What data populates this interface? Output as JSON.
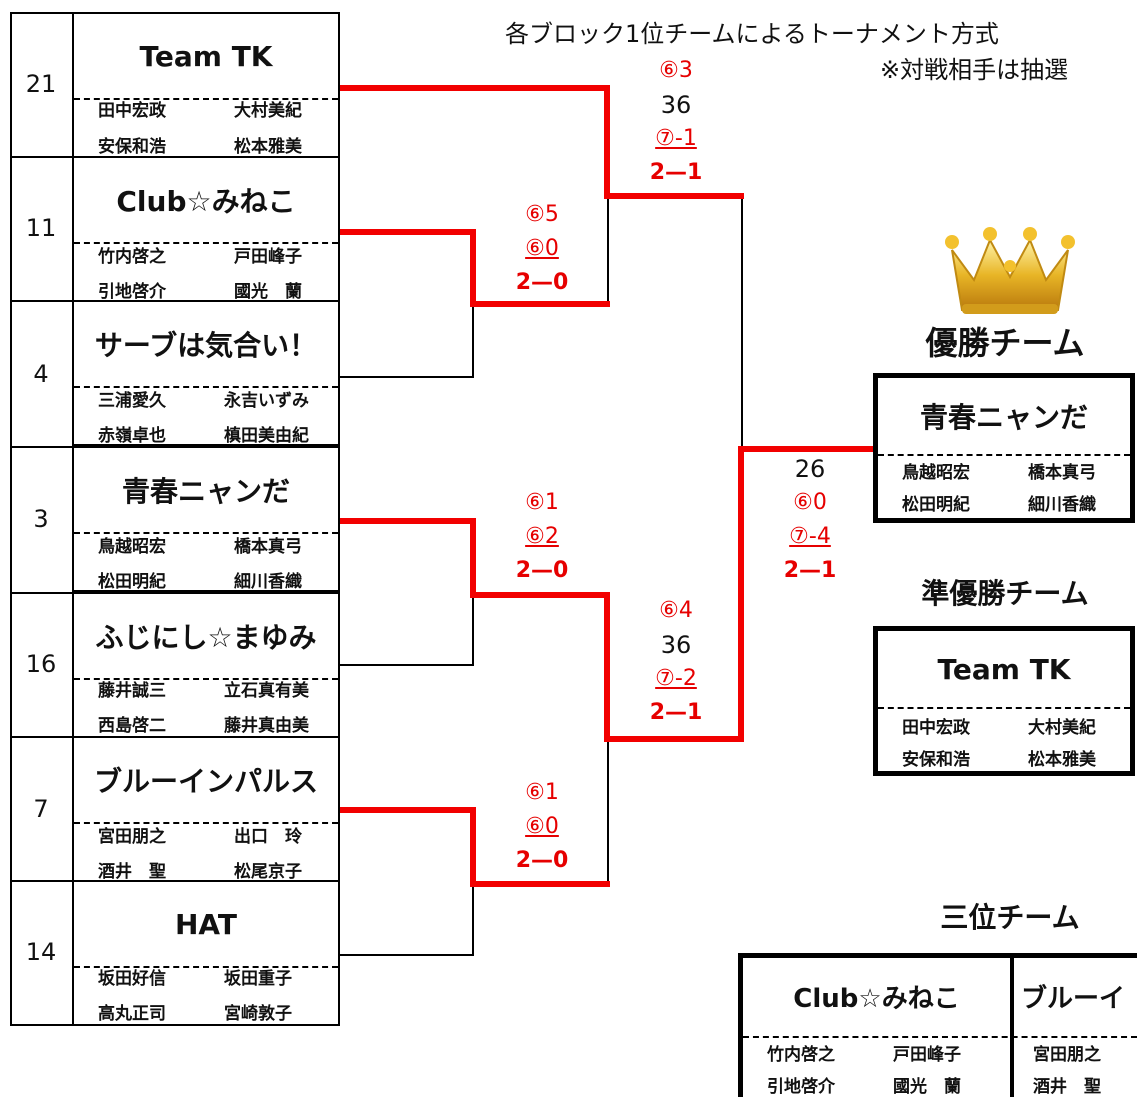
{
  "header": {
    "line1": "各ブロック1位チームによるトーナメント方式",
    "line2": "※対戦相手は抽選"
  },
  "teams": [
    {
      "seed": "21",
      "name": "Team TK",
      "p1": "田中宏政",
      "p2": "大村美紀",
      "p3": "安保和浩",
      "p4": "松本雅美"
    },
    {
      "seed": "11",
      "name": "Club☆みねこ",
      "p1": "竹内啓之",
      "p2": "戸田峰子",
      "p3": "引地啓介",
      "p4": "國光　蘭"
    },
    {
      "seed": "4",
      "name": "サーブは気合い！",
      "p1": "三浦愛久",
      "p2": "永吉いずみ",
      "p3": "赤嶺卓也",
      "p4": "槙田美由紀"
    },
    {
      "seed": "3",
      "name": "青春ニャンだ",
      "p1": "鳥越昭宏",
      "p2": "橋本真弓",
      "p3": "松田明紀",
      "p4": "細川香織"
    },
    {
      "seed": "16",
      "name": "ふじにし☆まゆみ",
      "p1": "藤井誠三",
      "p2": "立石真有美",
      "p3": "西島啓二",
      "p4": "藤井真由美"
    },
    {
      "seed": "7",
      "name": "ブルーインパルス",
      "p1": "宮田朋之",
      "p2": "出口　玲",
      "p3": "酒井　聖",
      "p4": "松尾京子"
    },
    {
      "seed": "14",
      "name": "HAT",
      "p1": "坂田好信",
      "p2": "坂田重子",
      "p3": "高丸正司",
      "p4": "宮崎敦子"
    }
  ],
  "scores": {
    "r1a": {
      "s1": "⑥5",
      "s2": "⑥0",
      "s3": "2—0"
    },
    "r1b": {
      "s1": "⑥1",
      "s2": "⑥2",
      "s3": "2—0"
    },
    "r1c": {
      "s1": "⑥1",
      "s2": "⑥0",
      "s3": "2—0"
    },
    "sf1": {
      "s1": "⑥3",
      "s2": "36",
      "s3": "⑦-1",
      "s4": "2—1"
    },
    "sf2": {
      "s1": "⑥4",
      "s2": "36",
      "s3": "⑦-2",
      "s4": "2—1"
    },
    "final": {
      "s1": "26",
      "s2": "⑥0",
      "s3": "⑦-4",
      "s4": "2—1"
    }
  },
  "results": {
    "winner_heading": "優勝チーム",
    "winner": {
      "name": "青春ニャンだ",
      "p1": "鳥越昭宏",
      "p2": "橋本真弓",
      "p3": "松田明紀",
      "p4": "細川香織"
    },
    "runnerup_heading": "準優勝チーム",
    "runnerup": {
      "name": "Team TK",
      "p1": "田中宏政",
      "p2": "大村美紀",
      "p3": "安保和浩",
      "p4": "松本雅美"
    },
    "third_heading": "三位チーム",
    "third1": {
      "name": "Club☆みねこ",
      "p1": "竹内啓之",
      "p2": "戸田峰子",
      "p3": "引地啓介",
      "p4": "國光　蘭"
    },
    "third2": {
      "name": "ブルーイ",
      "p1": "宮田朋之",
      "p3": "酒井　聖"
    }
  },
  "colors": {
    "winner_path": "#f20000",
    "score_red": "#e60000",
    "crown": "#e0a81c"
  },
  "icons": {
    "crown": "crown-icon"
  }
}
